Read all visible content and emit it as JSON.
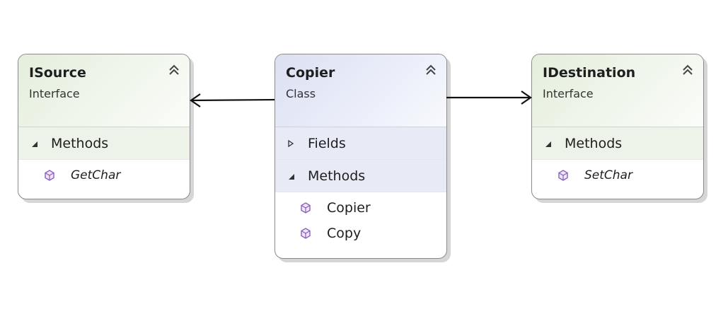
{
  "diagram": {
    "isource": {
      "name": "ISource",
      "kind": "Interface",
      "sections": [
        {
          "label": "Methods",
          "expanded": true,
          "members": [
            "GetChar"
          ]
        }
      ]
    },
    "copier": {
      "name": "Copier",
      "kind": "Class",
      "sections": [
        {
          "label": "Fields",
          "expanded": false,
          "members": []
        },
        {
          "label": "Methods",
          "expanded": true,
          "members": [
            "Copier",
            "Copy"
          ]
        }
      ]
    },
    "idestination": {
      "name": "IDestination",
      "kind": "Interface",
      "sections": [
        {
          "label": "Methods",
          "expanded": true,
          "members": [
            "SetChar"
          ]
        }
      ]
    },
    "associations": [
      {
        "from": "Copier",
        "to": "ISource"
      },
      {
        "from": "Copier",
        "to": "IDestination"
      }
    ]
  },
  "colors": {
    "interface_header": "#e4eedc",
    "class_header": "#dbe0f2",
    "method_icon": "#8b5fbf",
    "border": "#8a8a8a"
  }
}
